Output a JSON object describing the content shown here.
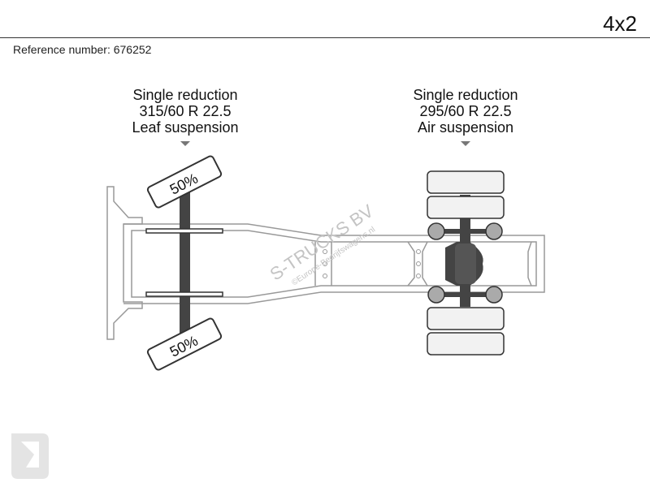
{
  "header": {
    "configuration": "4x2",
    "reference_label": "Reference number: 676252"
  },
  "axles": {
    "front": {
      "reduction": "Single reduction",
      "tyre": "315/60 R 22.5",
      "suspension": "Leaf suspension",
      "load_top": "50%",
      "load_bottom": "50%"
    },
    "rear": {
      "reduction": "Single reduction",
      "tyre": "295/60 R 22.5",
      "suspension": "Air suspension"
    }
  },
  "watermark": {
    "brand": "S-TRUCKS BV",
    "site": "©Europe-Bedrijfswagens.nl"
  },
  "colors": {
    "line": "#999999",
    "axle": "#444444",
    "hub": "#aaaaaa",
    "tyre_fill": "#f2f2f2",
    "watermark": "#bfbfbf"
  }
}
